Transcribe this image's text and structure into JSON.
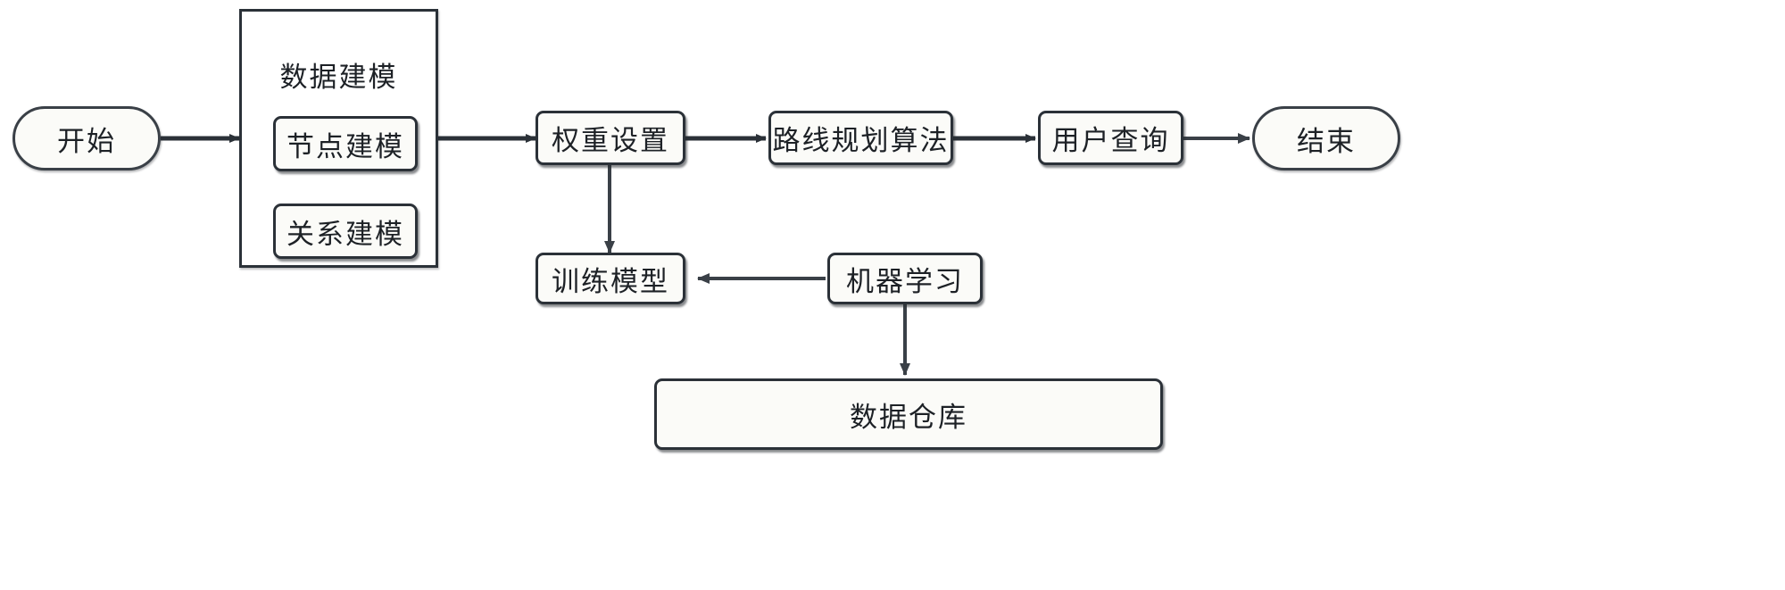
{
  "diagram": {
    "title": "Data Modeling and Route Planning Flowchart",
    "background": "#ffffff",
    "line_color": "#2b3138",
    "node_fill": "#fbfbf8",
    "text_color": "#1d2126"
  },
  "nodes": {
    "start": {
      "label": "开始",
      "shape": "terminator"
    },
    "data_modeling_group": {
      "label": "数据建模",
      "shape": "group"
    },
    "node_modeling": {
      "label": "节点建模",
      "shape": "process"
    },
    "relation_modeling": {
      "label": "关系建模",
      "shape": "process"
    },
    "weight_setting": {
      "label": "权重设置",
      "shape": "process"
    },
    "route_algorithm": {
      "label": "路线规划算法",
      "shape": "process"
    },
    "user_query": {
      "label": "用户查询",
      "shape": "process"
    },
    "end": {
      "label": "结束",
      "shape": "terminator"
    },
    "train_model": {
      "label": "训练模型",
      "shape": "process"
    },
    "machine_learning": {
      "label": "机器学习",
      "shape": "process"
    },
    "data_warehouse": {
      "label": "数据仓库",
      "shape": "process"
    }
  },
  "edges": [
    {
      "name": "start-to-data-modeling",
      "from": "start",
      "to": "data_modeling_group",
      "direction": "right"
    },
    {
      "name": "data-modeling-to-weight-setting",
      "from": "data_modeling_group",
      "to": "weight_setting",
      "direction": "right"
    },
    {
      "name": "weight-setting-to-route-algorithm",
      "from": "weight_setting",
      "to": "route_algorithm",
      "direction": "right"
    },
    {
      "name": "route-algorithm-to-user-query",
      "from": "route_algorithm",
      "to": "user_query",
      "direction": "right"
    },
    {
      "name": "user-query-to-end",
      "from": "user_query",
      "to": "end",
      "direction": "right"
    },
    {
      "name": "weight-setting-to-train-model",
      "from": "weight_setting",
      "to": "train_model",
      "direction": "down"
    },
    {
      "name": "machine-learning-to-train-model",
      "from": "machine_learning",
      "to": "train_model",
      "direction": "left"
    },
    {
      "name": "machine-learning-to-data-warehouse",
      "from": "machine_learning",
      "to": "data_warehouse",
      "direction": "down"
    }
  ]
}
